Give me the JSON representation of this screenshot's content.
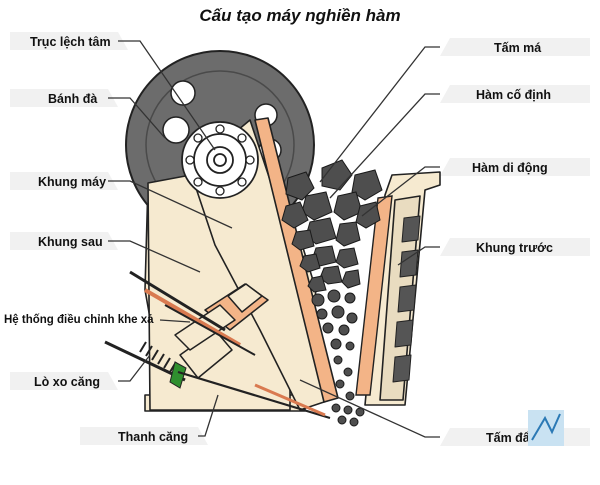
{
  "title": "Cấu tạo máy nghiền hàm",
  "labels": {
    "truc_lech_tam": "Trục lệch tâm",
    "banh_da": "Bánh đà",
    "khung_may": "Khung máy",
    "khung_sau": "Khung sau",
    "he_thong": "Hệ thống điều chỉnh khe xả",
    "lo_xo": "Lò xo căng",
    "thanh_cang": "Thanh căng",
    "tam_ma": "Tấm má",
    "ham_co_dinh": "Hàm cố định",
    "ham_di_dong": "Hàm di động",
    "khung_truoc": "Khung trước",
    "tam_day": "Tấm đẩy"
  },
  "colors": {
    "frame": "#f6ead0",
    "flywheel": "#6b6b6b",
    "liner": "#f3b487",
    "rock": "#4e4e4e",
    "callout_bg": "#f2f2f2"
  }
}
